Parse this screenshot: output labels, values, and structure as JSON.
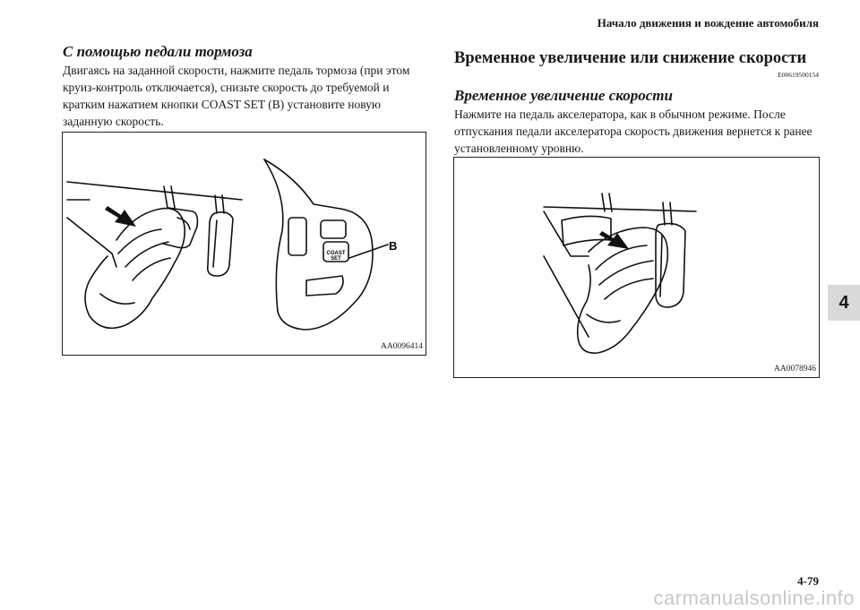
{
  "header": {
    "title": "Начало движения и вождение автомобиля"
  },
  "left": {
    "heading": "С помощью педали тормоза",
    "paragraph_lines": [
      "Двигаясь на заданной скорости, нажмите педаль тормоза (при этом",
      "круиз-контроль отключается), снизьте скорость до требуемой и",
      "кратким нажатием кнопки COAST SET (B) установите новую",
      "заданную скорость."
    ],
    "figure": {
      "code": "AA0096414",
      "callout": "B",
      "button_label_1": "COAST",
      "button_label_2": "SET",
      "icons": [
        "brake-pedal-icon",
        "foot-icon",
        "arrow-icon",
        "steering-wheel-switch-icon"
      ]
    }
  },
  "right": {
    "heading": "Временное увеличение или снижение скорости",
    "code": "E00619500154",
    "subheading": "Временное увеличение скорости",
    "paragraph_lines": [
      "Нажмите на педаль акселератора, как в обычном режиме. После",
      "отпускания педали акселератора скорость движения вернется к ранее",
      "установленному уровню."
    ],
    "figure": {
      "code": "AA0078946",
      "icons": [
        "accelerator-pedal-icon",
        "foot-icon",
        "arrow-icon"
      ]
    }
  },
  "chapter_tab": "4",
  "page_number": "4-79",
  "watermark": "carmanualsonline.info"
}
